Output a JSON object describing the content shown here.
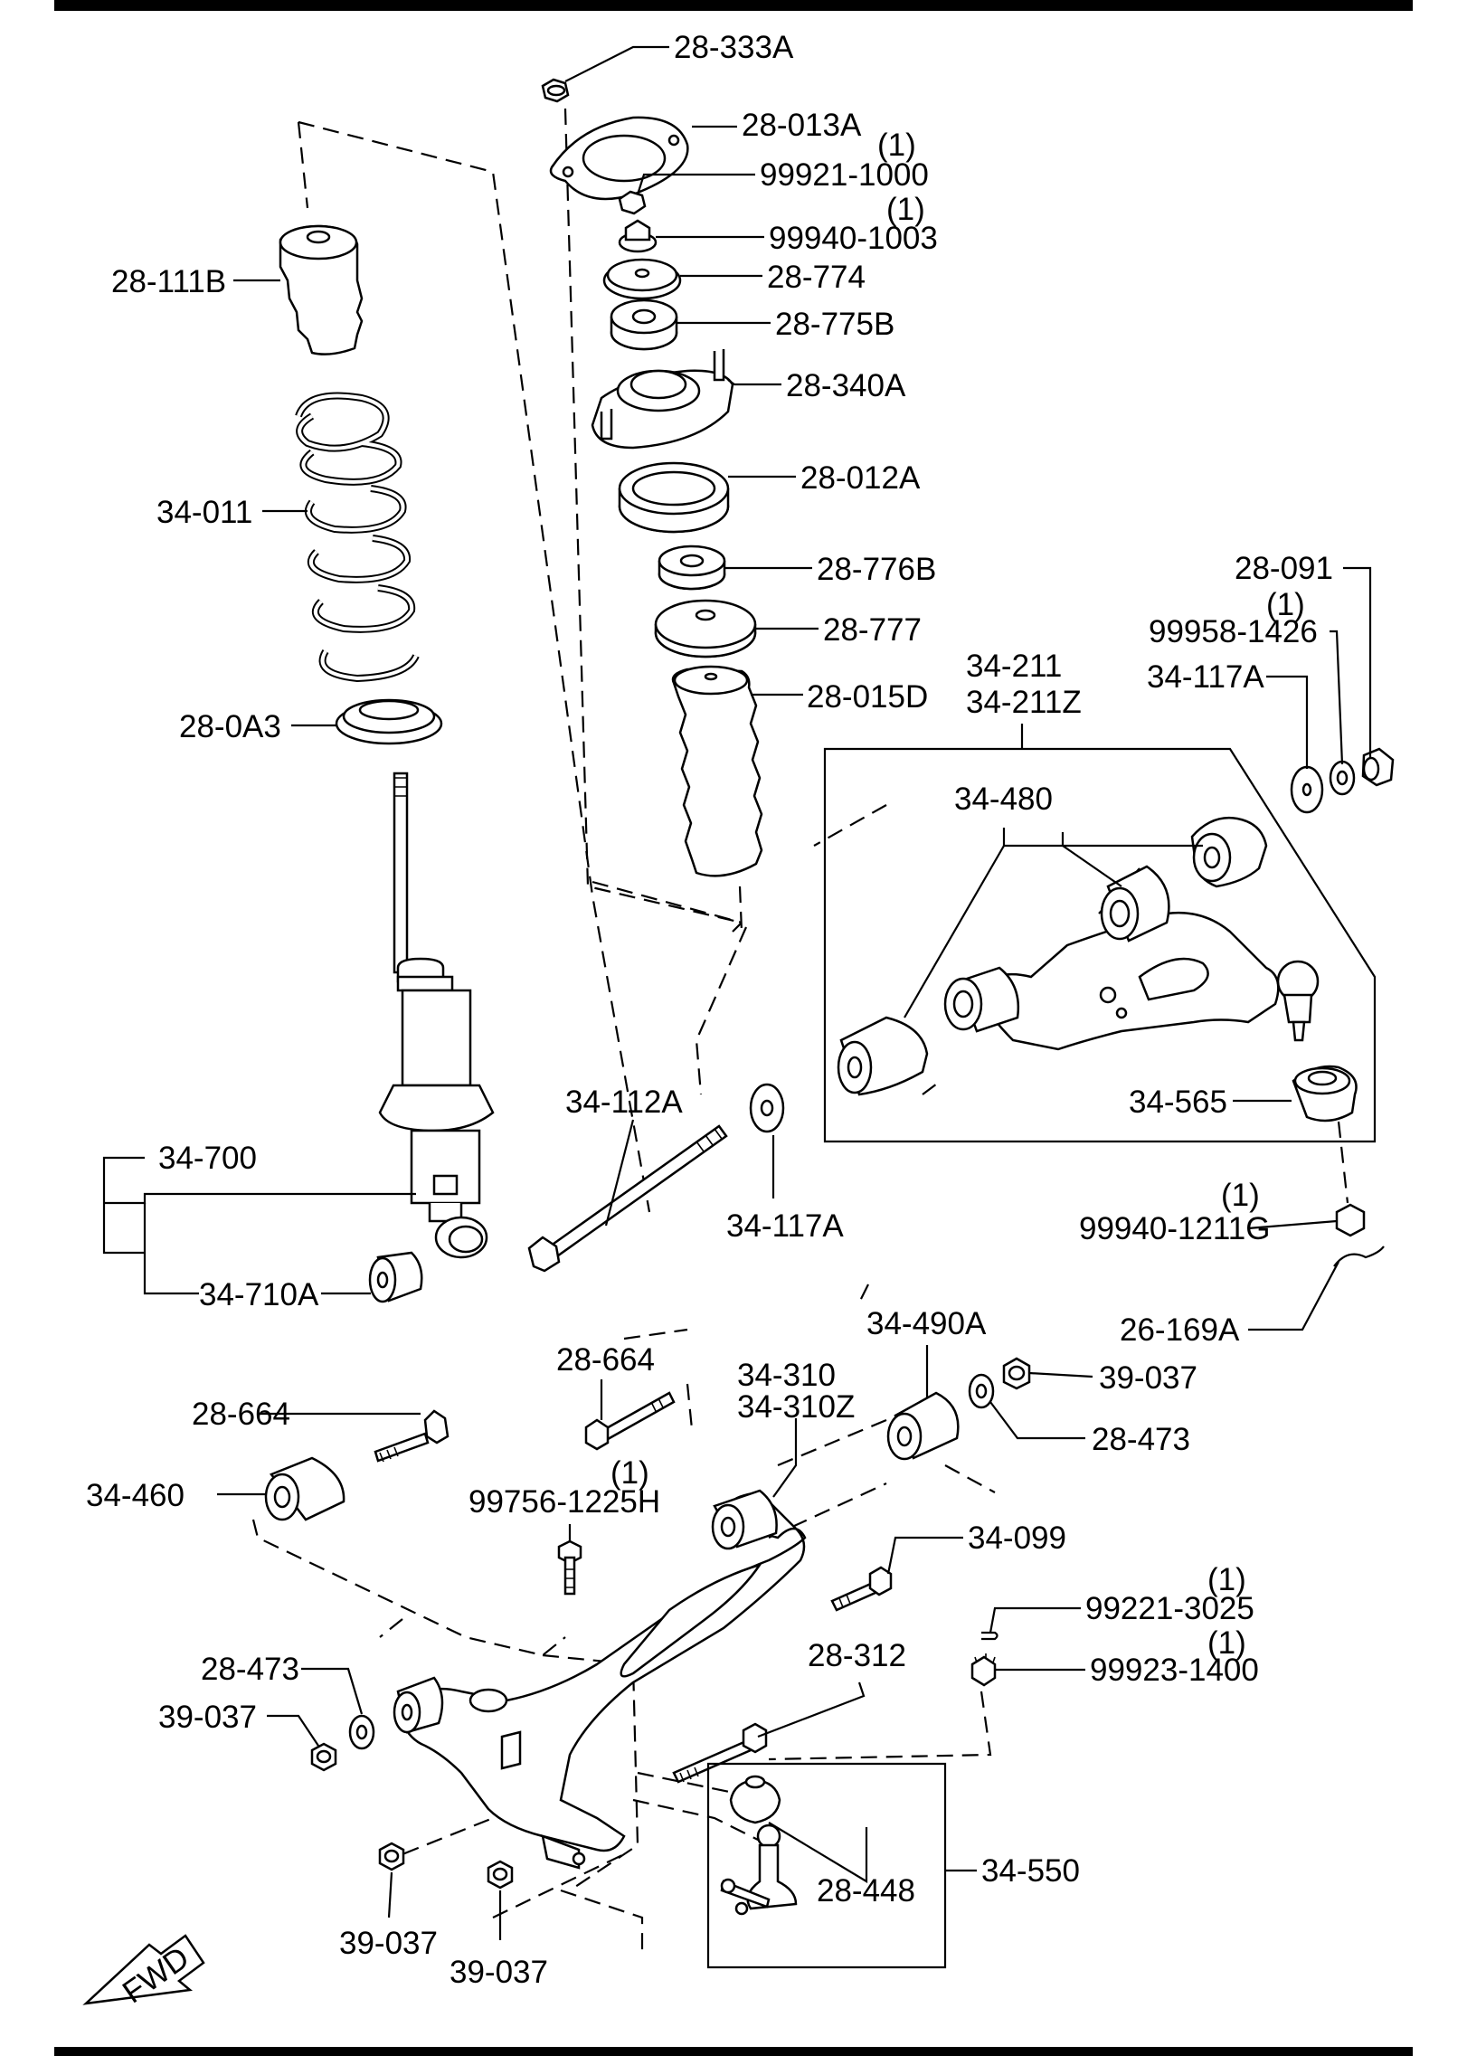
{
  "diagram": {
    "fwd_label": "FWD",
    "labels": {
      "p28_333A": "28-333A",
      "p28_013A": "28-013A",
      "q1a": "(1)",
      "p99921_1000": "99921-1000",
      "q1b": "(1)",
      "p99940_1003": "99940-1003",
      "p28_774": "28-774",
      "p28_775B": "28-775B",
      "p28_340A": "28-340A",
      "p28_012A": "28-012A",
      "p28_776B": "28-776B",
      "p28_777": "28-777",
      "p28_015D": "28-015D",
      "p28_111B": "28-111B",
      "p34_011": "34-011",
      "p28_0A3": "28-0A3",
      "p28_091": "28-091",
      "q1c": "(1)",
      "p99958_1426": "99958-1426",
      "p34_117A_top": "34-117A",
      "p34_211": "34-211",
      "p34_211Z": "34-211Z",
      "p34_480": "34-480",
      "p34_112A": "34-112A",
      "p34_117A_mid": "34-117A",
      "p34_565": "34-565",
      "q1d": "(1)",
      "p99940_1211G": "99940-1211G",
      "p34_700": "34-700",
      "p34_710A": "34-710A",
      "p26_169A": "26-169A",
      "p34_490A": "34-490A",
      "p28_664_a": "28-664",
      "p34_310": "34-310",
      "p34_310Z": "34-310Z",
      "p39_037_a": "39-037",
      "p28_473_a": "28-473",
      "p28_664_b": "28-664",
      "q1e": "(1)",
      "p99756_1225H": "99756-1225H",
      "p34_460": "34-460",
      "p34_099": "34-099",
      "q1f": "(1)",
      "p99221_3025": "99221-3025",
      "q1g": "(1)",
      "p99923_1400": "99923-1400",
      "p28_473_b": "28-473",
      "p28_312": "28-312",
      "p39_037_b": "39-037",
      "p28_448": "28-448",
      "p34_550": "34-550",
      "p39_037_c": "39-037",
      "p39_037_d": "39-037"
    }
  }
}
